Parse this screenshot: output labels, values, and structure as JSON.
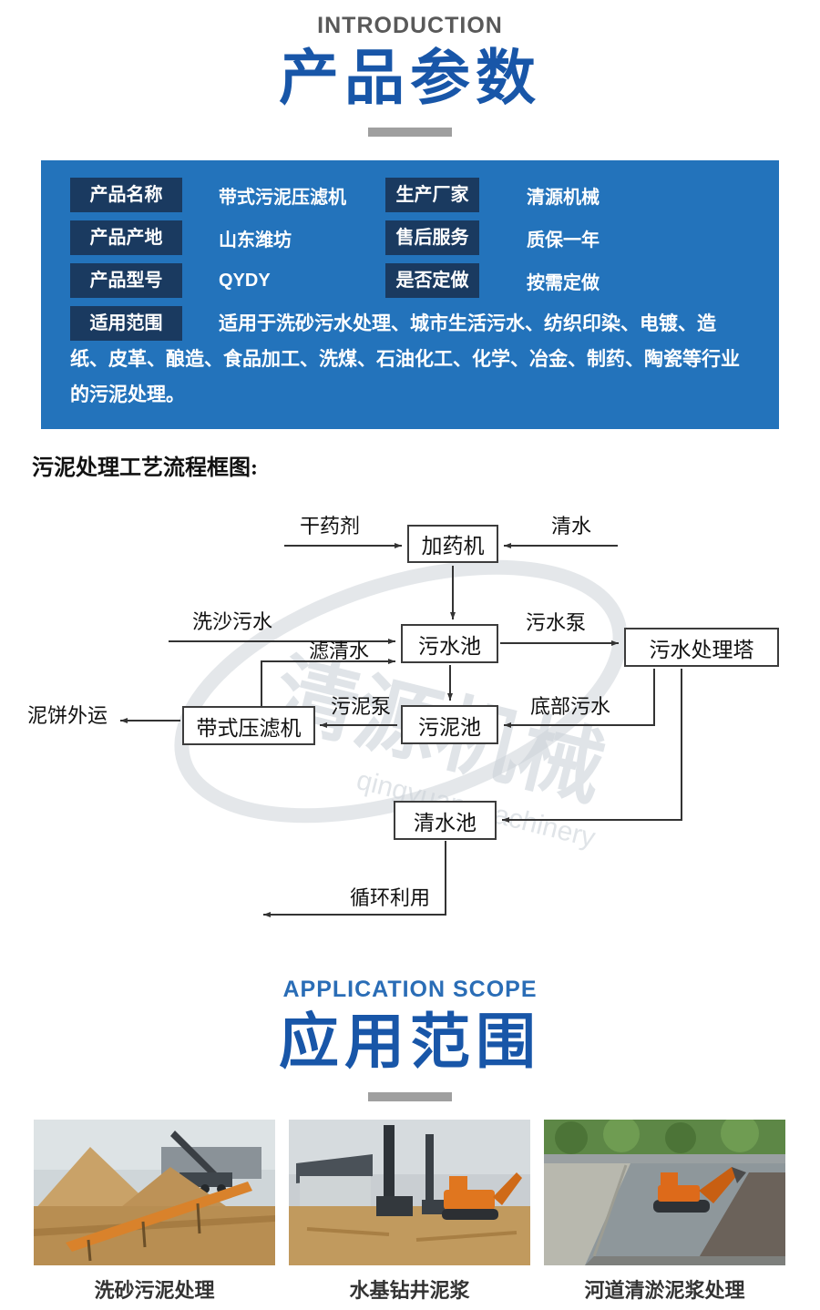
{
  "page": {
    "intro_eyebrow": "INTRODUCTION",
    "intro_title": "产品参数",
    "application_eyebrow": "APPLICATION SCOPE",
    "application_title": "应用范围"
  },
  "colors": {
    "title_blue": "#1856a8",
    "panel_blue": "#2373bb",
    "label_navy": "#1a3a60",
    "divider_gray": "#9f9f9f"
  },
  "spec_table": {
    "rows": [
      {
        "label": "产品名称",
        "value": "带式污泥压滤机",
        "label2": "生产厂家",
        "value2": "清源机械"
      },
      {
        "label": "产品产地",
        "value": "山东潍坊",
        "label2": "售后服务",
        "value2": "质保一年"
      },
      {
        "label": "产品型号",
        "value": "QYDY",
        "label2": "是否定做",
        "value2": "按需定做"
      }
    ],
    "scope_label": "适用范围",
    "scope_text": "适用于洗砂污水处理、城市生活污水、纺织印染、电镀、造纸、皮革、酿造、食品加工、洗煤、石油化工、化学、冶金、制药、陶瓷等行业的污泥处理。"
  },
  "flow": {
    "heading": "污泥处理工艺流程框图:",
    "boxes": {
      "dosing": "加药机",
      "sewage_pool": "污水池",
      "treatment_tower": "污水处理塔",
      "sludge_pool": "污泥池",
      "belt_press": "带式压滤机",
      "clean_pool": "清水池"
    },
    "labels": {
      "dry_agent": "干药剂",
      "clean_water": "清水",
      "sand_washing_sewage": "洗沙污水",
      "filtered_water": "滤清水",
      "sewage_pump": "污水泵",
      "bottom_sewage": "底部污水",
      "sludge_pump": "污泥泵",
      "mud_cake_out": "泥饼外运",
      "recycle": "循环利用"
    },
    "watermark_cn": "清源机械",
    "watermark_en": "qingyuan machinery"
  },
  "photos": [
    {
      "caption": "洗砂污泥处理"
    },
    {
      "caption": "水基钻井泥浆"
    },
    {
      "caption": "河道清淤泥浆处理"
    }
  ]
}
